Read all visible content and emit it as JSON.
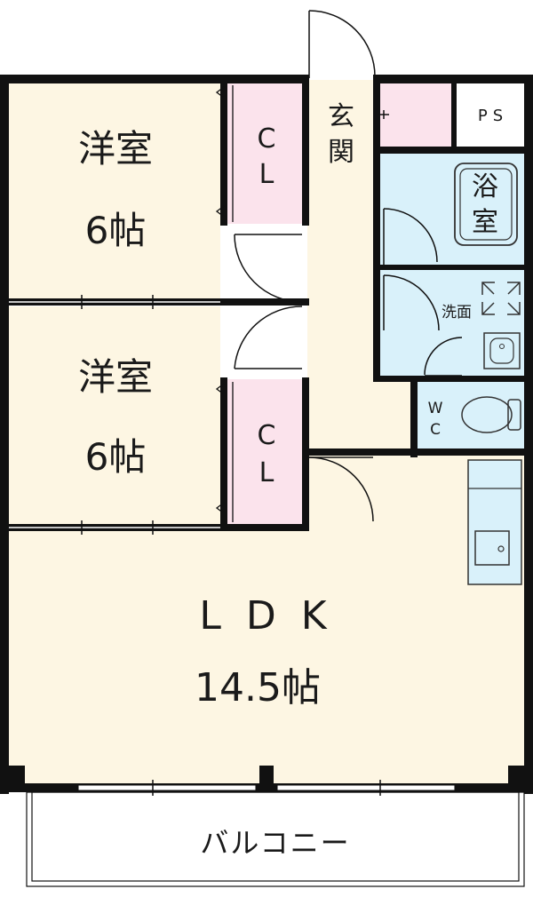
{
  "rooms": {
    "western1": {
      "name": "洋室",
      "size": "6帖"
    },
    "western2": {
      "name": "洋室",
      "size": "6帖"
    },
    "closet1": {
      "l1": "C",
      "l2": "L"
    },
    "closet2": {
      "l1": "C",
      "l2": "L"
    },
    "entrance": {
      "l1": "玄",
      "l2": "関"
    },
    "bath": {
      "l1": "浴",
      "l2": "室"
    },
    "washroom": {
      "label": "洗面"
    },
    "toilet": {
      "l1": "W",
      "l2": "C"
    },
    "ps": {
      "label": "PS"
    },
    "ldk": {
      "name": "LDK",
      "size": "14.5帖"
    },
    "balcony": {
      "label": "バルコニー"
    }
  },
  "colors": {
    "room_floor": "#fdf6e3",
    "closet": "#fbe3ec",
    "wet_area": "#d9f1fa",
    "wall": "#111111"
  }
}
